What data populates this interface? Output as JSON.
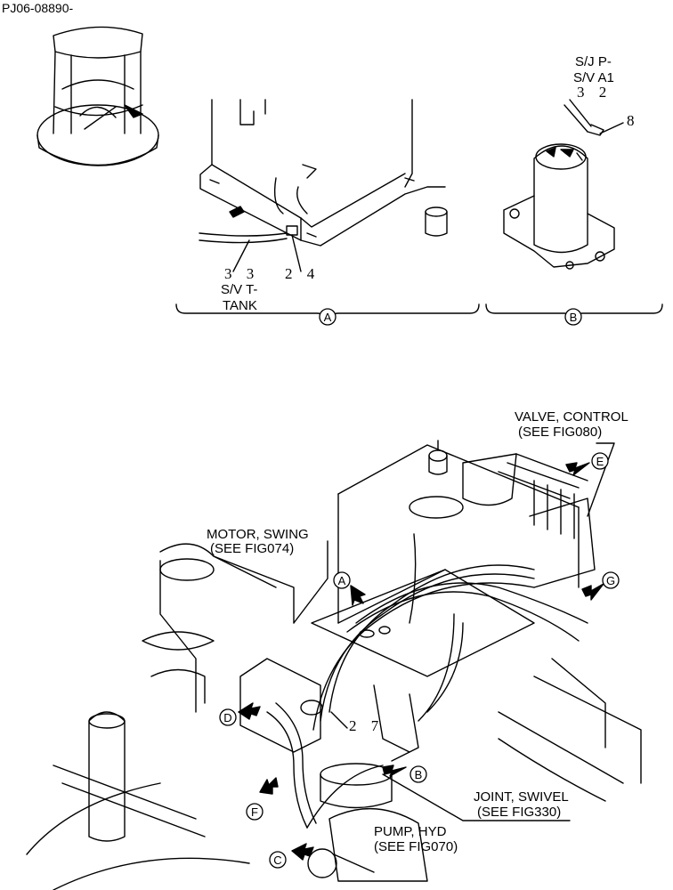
{
  "doc_id": "PJ06-08890-",
  "detail_a": {
    "callout_numbers": "3 3",
    "callout_number_2": "2 4",
    "label_line1": "S/V T-",
    "label_line2": "TANK",
    "marker": "A"
  },
  "detail_b": {
    "label_line1": "S/J P-",
    "label_line2": "S/V A1",
    "callout_numbers": "3 2",
    "callout_number_2": "8",
    "marker": "B"
  },
  "main": {
    "valve_label_line1": "VALVE, CONTROL",
    "valve_label_line2": "(SEE FIG080)",
    "motor_label_line1": "MOTOR, SWING",
    "motor_label_line2": "(SEE FIG074)",
    "joint_label_line1": "JOINT, SWIVEL",
    "joint_label_line2": "(SEE FIG330)",
    "pump_label_line1": "PUMP, HYD",
    "pump_label_line2": "(SEE FIG070)",
    "callout_27": "2 7",
    "markers": [
      "A",
      "B",
      "C",
      "D",
      "E",
      "F",
      "G"
    ]
  }
}
